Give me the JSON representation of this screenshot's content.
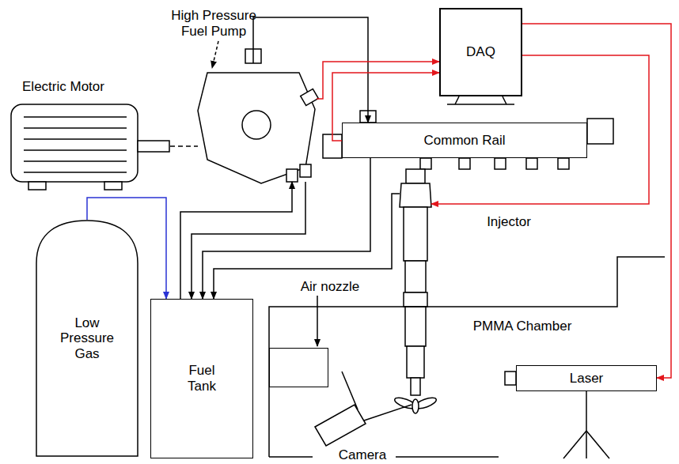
{
  "diagram": {
    "nodes": [
      {
        "text": [
          "High Pressure Fuel Pump"
        ]
      },
      {
        "text": [
          "Electric Motor"
        ]
      },
      {
        "text": [
          "DAQ"
        ]
      },
      {
        "text": [
          "Common Rail"
        ]
      },
      {
        "text": [
          "Injector"
        ]
      },
      {
        "text": [
          "Low Pressure Gas"
        ]
      },
      {
        "text": [
          "Fuel Tank"
        ]
      },
      {
        "text": [
          "PMMA Chamber"
        ]
      },
      {
        "text": [
          "Air nozzle"
        ],
        "in": 7
      },
      {
        "text": [
          "Camera"
        ],
        "in": 7
      },
      {
        "text": [
          "Laser"
        ]
      }
    ],
    "edges": [
      {
        "from": 1,
        "to": 0,
        "arrow": "none"
      },
      {
        "from": 0,
        "to": 3,
        "arrow": "to"
      },
      {
        "from": 5,
        "to": 6,
        "arrow": "to"
      },
      {
        "from": 6,
        "to": 0,
        "arrow": "to"
      },
      {
        "from": 0,
        "to": 6,
        "arrow": "to"
      },
      {
        "from": 3,
        "to": 6,
        "arrow": "to"
      },
      {
        "from": 4,
        "to": 6,
        "arrow": "to"
      },
      {
        "from": 0,
        "to": 2,
        "arrow": "to"
      },
      {
        "from": 3,
        "to": 2,
        "arrow": "to"
      },
      {
        "from": 2,
        "to": 4,
        "arrow": "to"
      },
      {
        "from": 2,
        "to": 10,
        "arrow": "to"
      }
    ]
  }
}
